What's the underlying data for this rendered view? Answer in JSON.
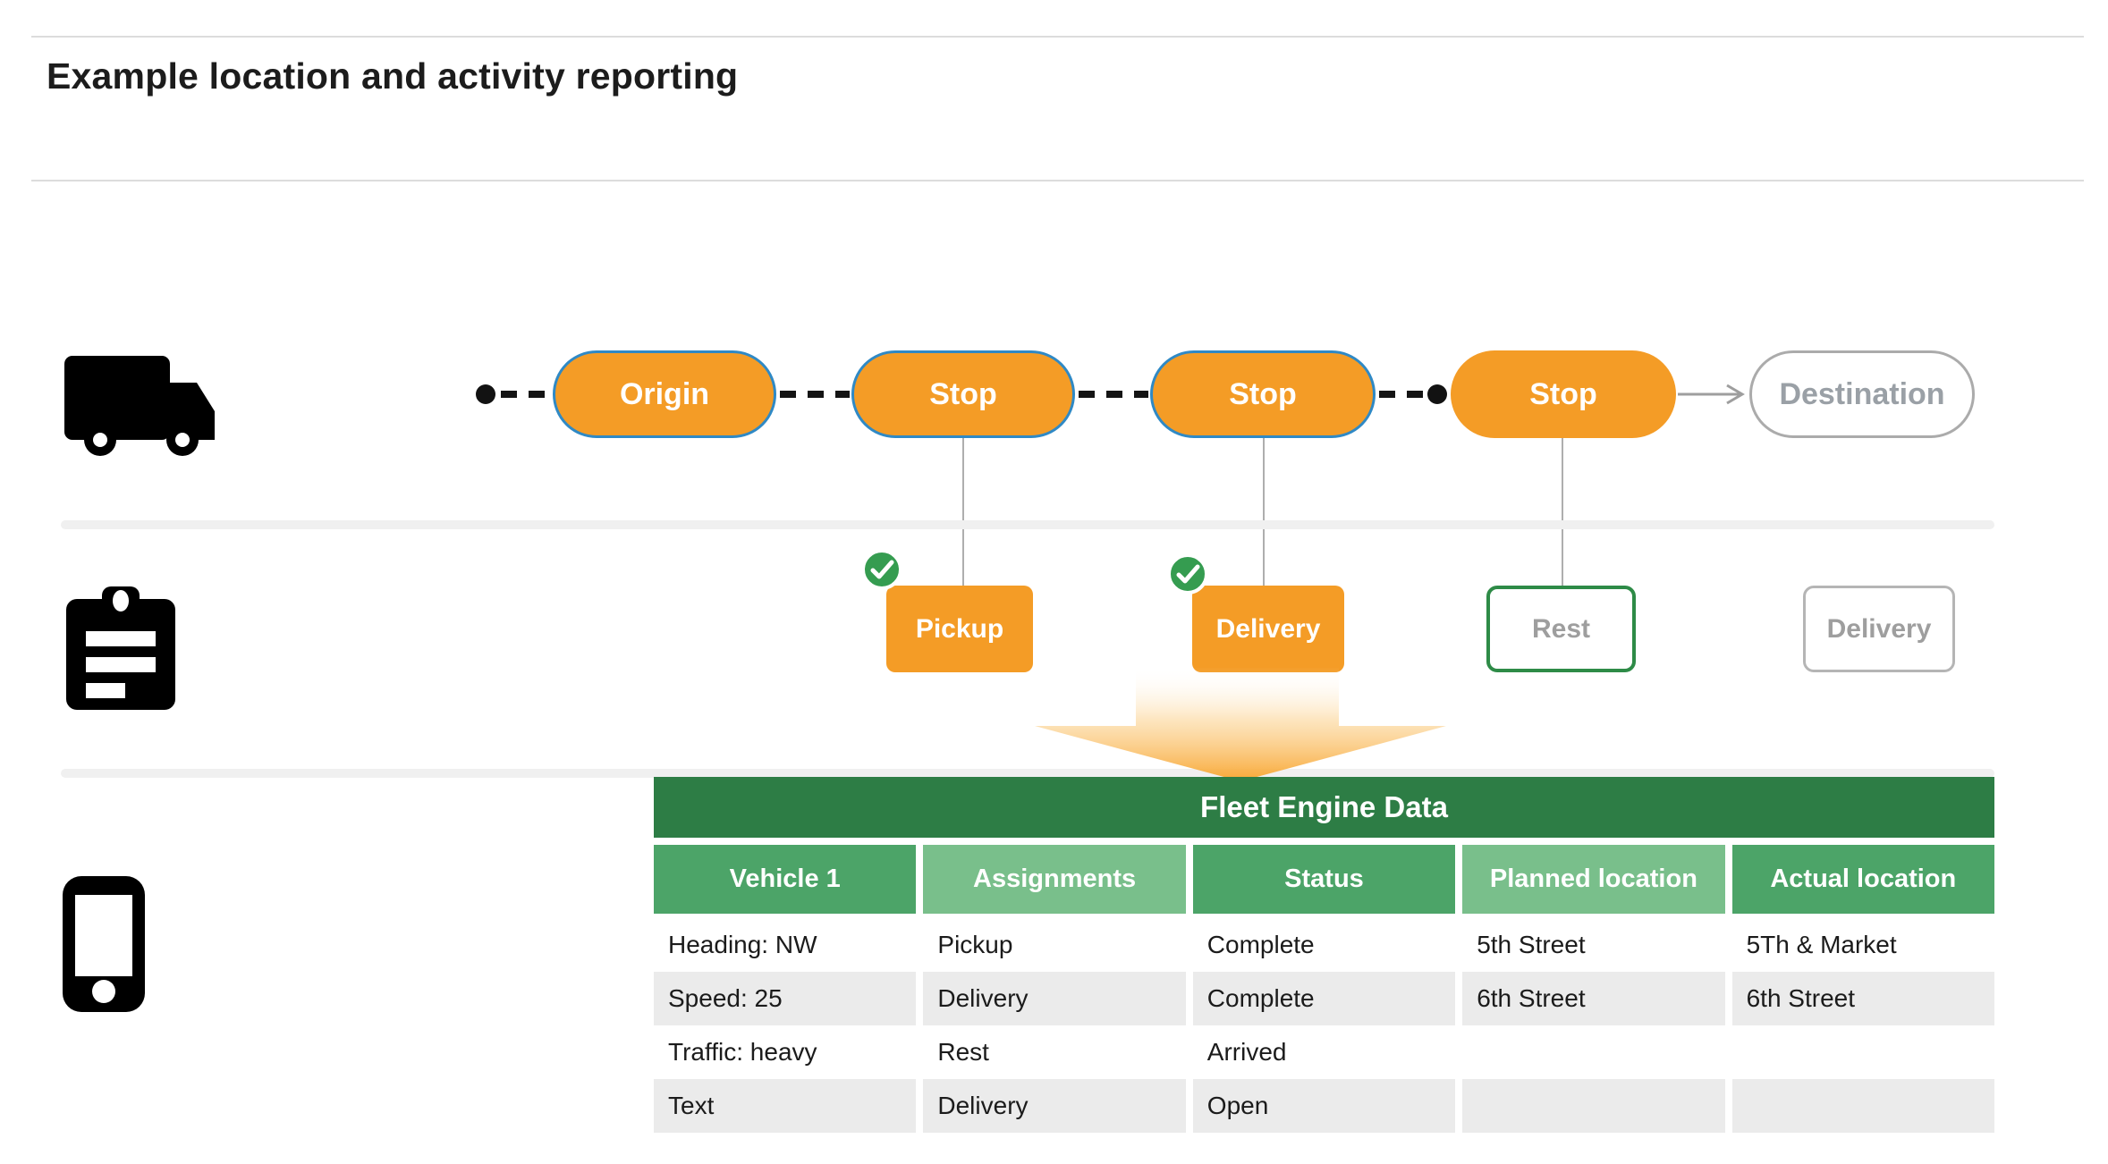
{
  "page": {
    "title": "Example location and activity reporting"
  },
  "route": {
    "origin_label": "Origin",
    "stop1_label": "Stop",
    "stop2_label": "Stop",
    "stop3_label": "Stop",
    "destination_label": "Destination",
    "waypoint_dots": 2
  },
  "activities": {
    "pickup_label": "Pickup",
    "delivery_label": "Delivery",
    "rest_label": "Rest",
    "future_delivery_label": "Delivery",
    "completed_count": 2
  },
  "icons": {
    "row1": "truck-icon",
    "row2": "clipboard-icon",
    "row3": "phone-icon",
    "status": "check-circle-icon"
  },
  "table": {
    "title": "Fleet Engine Data",
    "columns": [
      "Vehicle 1",
      "Assignments",
      "Status",
      "Planned location",
      "Actual location"
    ],
    "rows": [
      [
        "Heading: NW",
        "Pickup",
        "Complete",
        "5th Street",
        "5Th & Market"
      ],
      [
        "Speed: 25",
        "Delivery",
        "Complete",
        "6th Street",
        "6th Street"
      ],
      [
        "Traffic: heavy",
        "Rest",
        "Arrived",
        "",
        ""
      ],
      [
        "Text",
        "Delivery",
        "Open",
        "",
        ""
      ]
    ]
  },
  "colors": {
    "accent_orange": "#f49c26",
    "pill_border_blue": "#2f89c5",
    "table_header_dark_green": "#2d7d45",
    "column_green_mid": "#4ca468",
    "column_green_light": "#79bf8b",
    "check_green": "#359c50",
    "rest_border_green": "#2e8b47",
    "ghost_gray_border": "#b5b5b5",
    "ghost_gray_text": "#9e9e9e",
    "row_stripe_gray": "#ebebeb",
    "divider_gray": "#f0f0f0"
  }
}
